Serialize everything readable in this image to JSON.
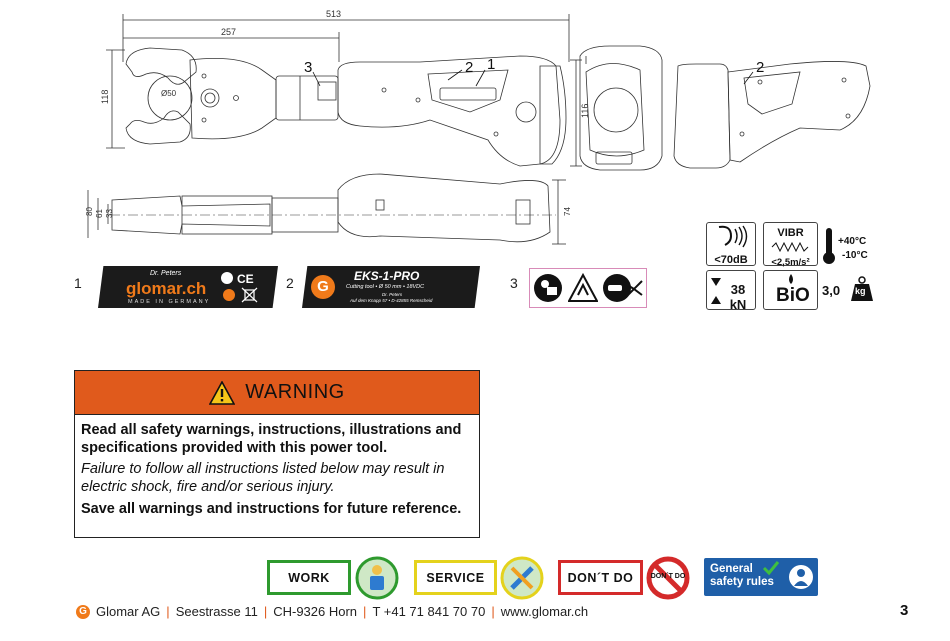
{
  "drawing": {
    "dim_total": "513",
    "dim_jaw": "257",
    "dim_height": "118",
    "dim_diameter": "Ø50",
    "dim_side_height": "116",
    "dim_top_80": "80",
    "dim_top_61": "61",
    "dim_top_33": "33",
    "dim_top_74": "74",
    "callouts": [
      "3",
      "2",
      "1",
      "2"
    ]
  },
  "labels": {
    "n1": "1",
    "n2": "2",
    "n3": "3",
    "label1": {
      "brand": "glomar.ch",
      "maker": "Dr. Peters",
      "made_in": "MADE IN GERMANY",
      "marks": "CE"
    },
    "label2": {
      "model": "EKS-1-PRO",
      "spec": "Cutting tool • Ø 50 mm • 18VDC",
      "company": "Dr. Peters",
      "address": "Auf dem Knapp 57 • D-42855 Remscheid"
    }
  },
  "specs": {
    "noise": "<70dB",
    "vibr_title": "VIBR",
    "vibr_value": "<2,5m/s²",
    "temp_high": "+40°C",
    "temp_low": "-10°C",
    "force": "38 kN",
    "bio": "BiO",
    "weight_value": "3,0",
    "weight_unit": "kg"
  },
  "warning": {
    "title": "WARNING",
    "p1": "Read all safety warnings, instructions, illustrations and specifications provided with this power tool.",
    "p2": "Failure to follow all instructions listed below may result in electric shock, fire and/or serious injury.",
    "p3": "Save all warnings and instructions for future reference."
  },
  "nav": {
    "work": "WORK",
    "service": "SERVICE",
    "dont_do": "DON´T DO",
    "dont_do_icon_text": "DON´T DO",
    "general_line1": "General",
    "general_line2": "safety rules",
    "colors": {
      "work": "#2e9a2e",
      "service": "#e4d21c",
      "dont_do": "#d42a2a",
      "general": "#1f5fa8"
    }
  },
  "footer": {
    "company": "Glomar AG",
    "street": "Seestrasse 11",
    "city": "CH-9326 Horn",
    "phone": "T +41 71 841 70 70",
    "web": "www.glomar.ch",
    "page": "3"
  },
  "colors": {
    "accent": "#e05a1c",
    "brand_orange": "#f07a1a"
  }
}
